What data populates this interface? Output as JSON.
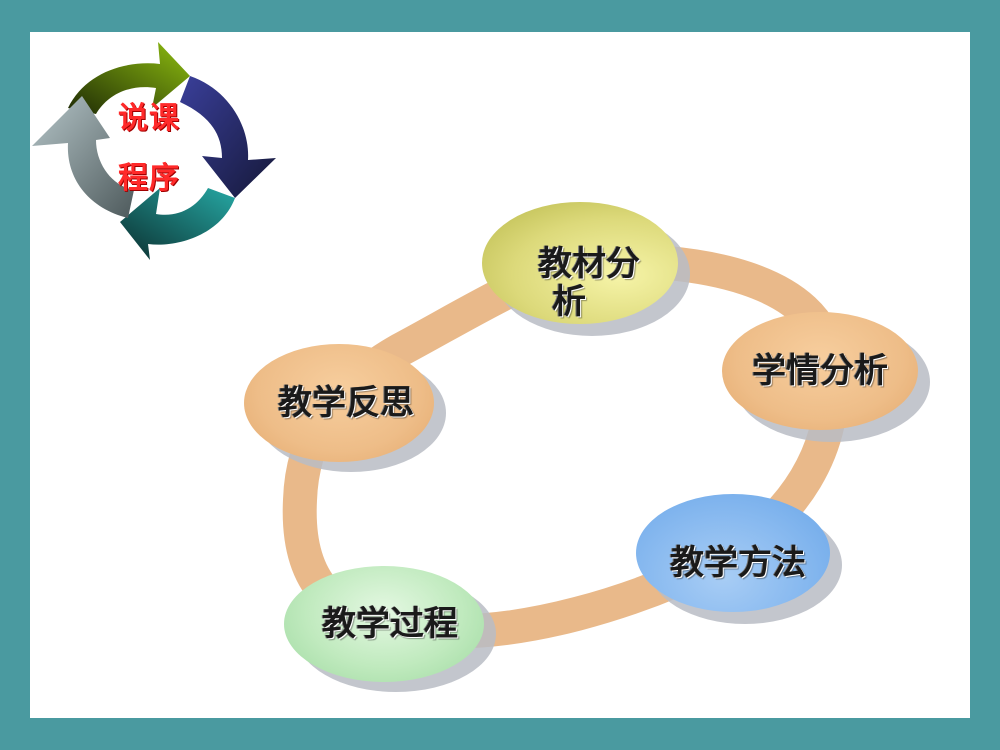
{
  "slide": {
    "border_color": "#4a9aa0",
    "panel_color": "#ffffff"
  },
  "cycle_icon": {
    "label_line1": "说课",
    "label_line2": "程序",
    "label_color": "#ff2a2a",
    "arrow_colors": [
      "#7ea80a",
      "#2a2d7a",
      "#1e8a8a",
      "#8e9ea2"
    ]
  },
  "ring": {
    "color": "#e9b98a"
  },
  "nodes": [
    {
      "id": "textbook-analysis",
      "label_line1": "教材分",
      "label_line2": "析",
      "color_from": "#f6f4a8",
      "color_to": "#b8b84a"
    },
    {
      "id": "learner-analysis",
      "label": "学情分析",
      "color_from": "#f7ce9e",
      "color_to": "#e3a86c"
    },
    {
      "id": "teaching-methods",
      "label": "教学方法",
      "color_from": "#a8cdf5",
      "color_to": "#6aa6e8"
    },
    {
      "id": "teaching-process",
      "label": "教学过程",
      "color_from": "#d8f5d8",
      "color_to": "#9ed9a0"
    },
    {
      "id": "teaching-reflection",
      "label": "教学反思",
      "color_from": "#f7ce9e",
      "color_to": "#e3a86c"
    }
  ]
}
